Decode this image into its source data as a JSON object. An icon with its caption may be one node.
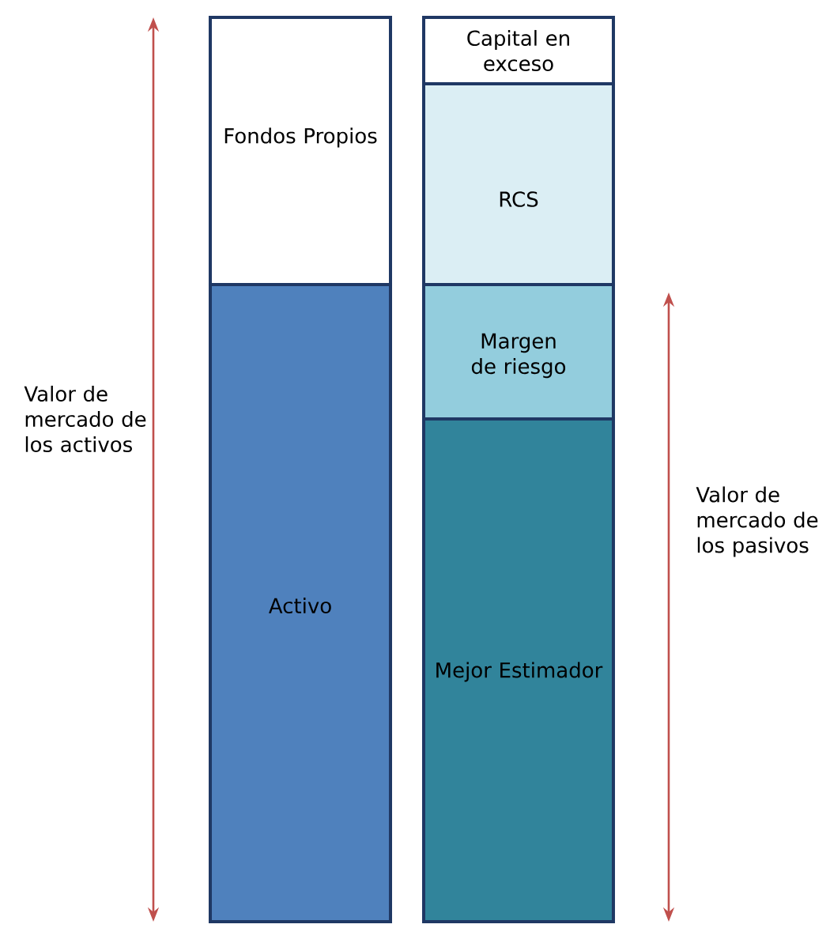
{
  "diagram": {
    "nodes": [
      {
        "text": [
          "Fondos Propios"
        ]
      },
      {
        "text": [
          "Activo"
        ]
      },
      {
        "text": [
          "Capital en exceso"
        ]
      },
      {
        "text": [
          "RCS"
        ]
      },
      {
        "text": [
          "Margen de riesgo"
        ]
      },
      {
        "text": [
          "Mejor Estimador"
        ]
      }
    ],
    "labels": [
      "Valor de mercado de los activos",
      "Valor de mercado de los pasivos"
    ]
  }
}
